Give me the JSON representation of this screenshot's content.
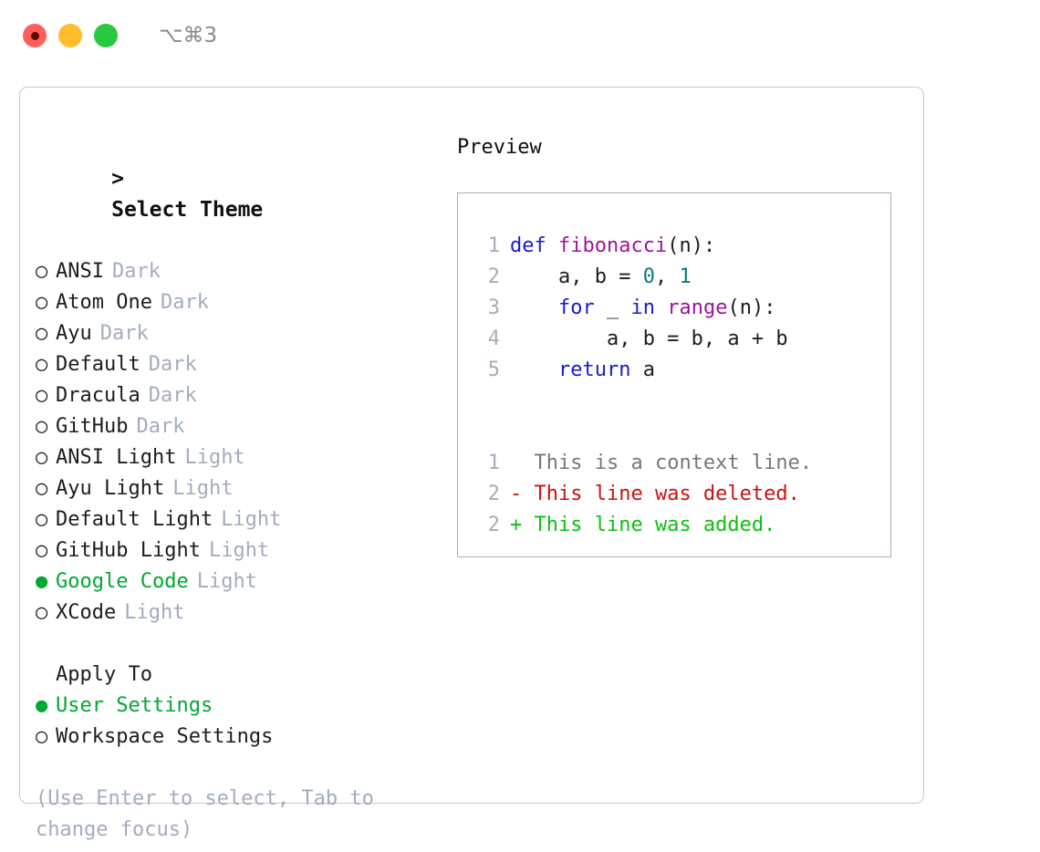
{
  "titlebar": {
    "shortcut": "⌥⌘3",
    "buttons": [
      {
        "name": "close",
        "color": "#ff6058"
      },
      {
        "name": "minimize",
        "color": "#ffbd2e"
      },
      {
        "name": "maximize",
        "color": "#28c840"
      }
    ]
  },
  "theme_selector": {
    "prompt": ">",
    "heading": "Select Theme",
    "selected_index": 10,
    "items": [
      {
        "label": "ANSI",
        "tag": "Dark",
        "selected": false,
        "bullet": "○"
      },
      {
        "label": "Atom One",
        "tag": "Dark",
        "selected": false,
        "bullet": "○"
      },
      {
        "label": "Ayu",
        "tag": "Dark",
        "selected": false,
        "bullet": "○"
      },
      {
        "label": "Default",
        "tag": "Dark",
        "selected": false,
        "bullet": "○"
      },
      {
        "label": "Dracula",
        "tag": "Dark",
        "selected": false,
        "bullet": "○"
      },
      {
        "label": "GitHub",
        "tag": "Dark",
        "selected": false,
        "bullet": "○"
      },
      {
        "label": "ANSI Light",
        "tag": "Light",
        "selected": false,
        "bullet": "○"
      },
      {
        "label": "Ayu Light",
        "tag": "Light",
        "selected": false,
        "bullet": "○"
      },
      {
        "label": "Default Light",
        "tag": "Light",
        "selected": false,
        "bullet": "○"
      },
      {
        "label": "GitHub Light",
        "tag": "Light",
        "selected": false,
        "bullet": "○"
      },
      {
        "label": "Google Code",
        "tag": "Light",
        "selected": true,
        "bullet": "●"
      },
      {
        "label": "XCode",
        "tag": "Light",
        "selected": false,
        "bullet": "○"
      }
    ]
  },
  "apply_to": {
    "heading": "Apply To",
    "items": [
      {
        "label": "User Settings",
        "selected": true,
        "bullet": "●"
      },
      {
        "label": "Workspace Settings",
        "selected": false,
        "bullet": "○"
      }
    ]
  },
  "hint": "(Use Enter to select, Tab to change focus)",
  "preview": {
    "title": "Preview",
    "code_lines": [
      {
        "no": "1",
        "tokens": [
          {
            "t": "def ",
            "c": "kw"
          },
          {
            "t": "fibonacci",
            "c": "fn"
          },
          {
            "t": "(n):",
            "c": "pun"
          }
        ]
      },
      {
        "no": "2",
        "tokens": [
          {
            "t": "    a, b = ",
            "c": "pun"
          },
          {
            "t": "0",
            "c": "num"
          },
          {
            "t": ", ",
            "c": "pun"
          },
          {
            "t": "1",
            "c": "num"
          }
        ]
      },
      {
        "no": "3",
        "tokens": [
          {
            "t": "    ",
            "c": "pun"
          },
          {
            "t": "for",
            "c": "kw"
          },
          {
            "t": " _ ",
            "c": "pun"
          },
          {
            "t": "in",
            "c": "kw"
          },
          {
            "t": " ",
            "c": "pun"
          },
          {
            "t": "range",
            "c": "fn"
          },
          {
            "t": "(n):",
            "c": "pun"
          }
        ]
      },
      {
        "no": "4",
        "tokens": [
          {
            "t": "        a, b = b, a + b",
            "c": "pun"
          }
        ]
      },
      {
        "no": "5",
        "tokens": [
          {
            "t": "    ",
            "c": "pun"
          },
          {
            "t": "return",
            "c": "kw"
          },
          {
            "t": " a",
            "c": "pun"
          }
        ]
      }
    ],
    "diff_lines": [
      {
        "no": "1",
        "marker": "  ",
        "text": "This is a context line.",
        "kind": "ctx"
      },
      {
        "no": "2",
        "marker": "- ",
        "text": "This line was deleted.",
        "kind": "del"
      },
      {
        "no": "2",
        "marker": "+ ",
        "text": "This line was added.",
        "kind": "add"
      }
    ]
  },
  "colors": {
    "accent_green": "#00a832",
    "muted": "#a3acbd",
    "keyword": "#1a1acc",
    "function": "#a0139b",
    "number": "#0b7a7a",
    "diff_delete": "#cc1111",
    "diff_add": "#0fbf0f",
    "panel_border": "#a2adc0",
    "window_border": "#c3c8d2"
  }
}
